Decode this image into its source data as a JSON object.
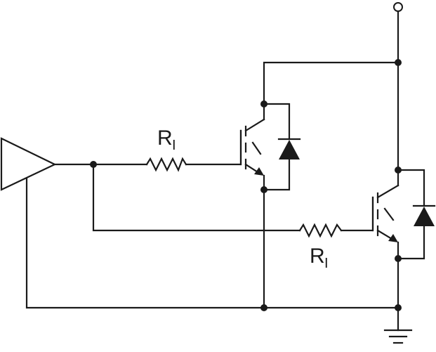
{
  "diagram": {
    "resistor_top": {
      "label": "R",
      "subscript": "I"
    },
    "resistor_bottom": {
      "label": "R",
      "subscript": "I"
    }
  }
}
